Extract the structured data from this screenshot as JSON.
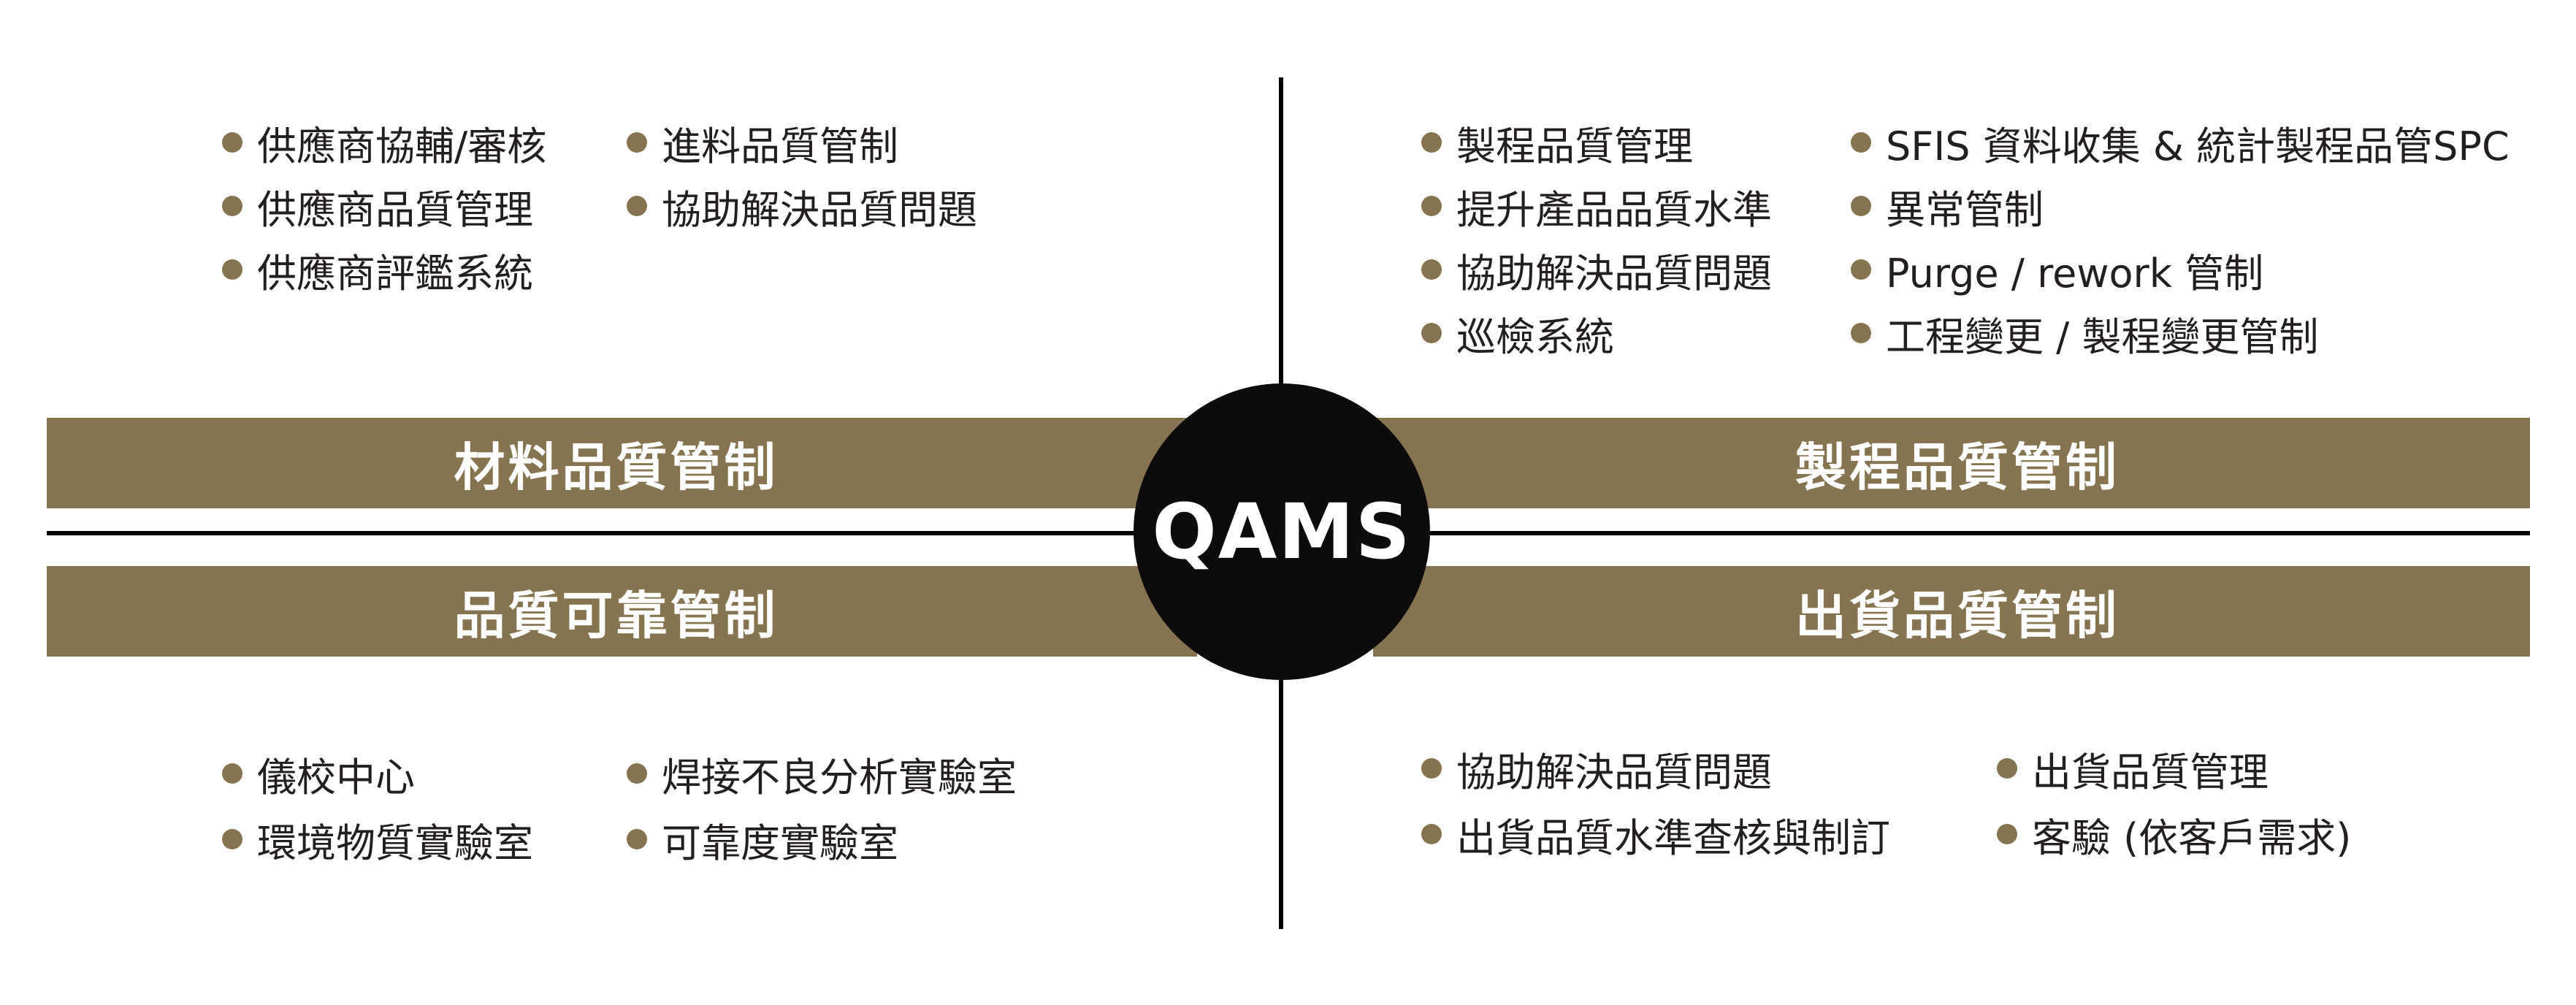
{
  "center": {
    "label": "QAMS"
  },
  "colors": {
    "band": "#85744f",
    "bullet": "#85744f",
    "hub": "#0d0b0b",
    "text": "#231f20",
    "line": "#000000"
  },
  "quadrants": {
    "top_left": {
      "title": "材料品質管制",
      "col1": [
        "供應商協輔/審核",
        "供應商品質管理",
        "供應商評鑑系統"
      ],
      "col2": [
        "進料品質管制",
        "協助解決品質問題"
      ]
    },
    "top_right": {
      "title": "製程品質管制",
      "col1": [
        "製程品質管理",
        "提升產品品質水準",
        "協助解決品質問題",
        "巡檢系統"
      ],
      "col2": [
        "SFIS 資料收集 & 統計製程品管SPC",
        "異常管制",
        "Purge / rework 管制",
        "工程變更 / 製程變更管制"
      ]
    },
    "bottom_left": {
      "title": "品質可靠管制",
      "col1": [
        "儀校中心",
        "環境物質實驗室"
      ],
      "col2": [
        "焊接不良分析實驗室",
        "可靠度實驗室"
      ]
    },
    "bottom_right": {
      "title": "出貨品質管制",
      "col1": [
        "協助解決品質問題",
        "出貨品質水準查核與制訂"
      ],
      "col2": [
        "出貨品質管理",
        "客驗 (依客戶需求)"
      ]
    }
  }
}
